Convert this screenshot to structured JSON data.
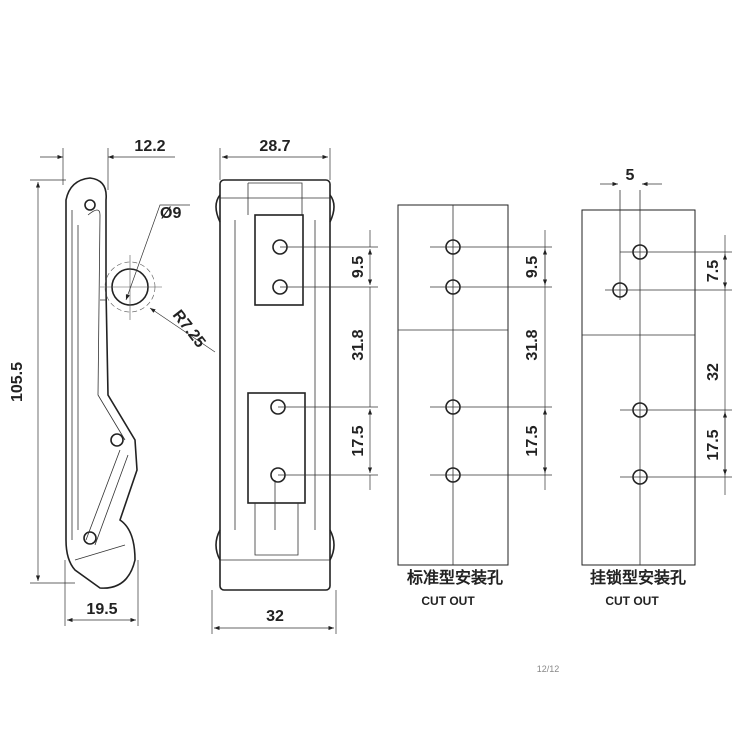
{
  "side_view": {
    "height_dim": "105.5",
    "top_dim": "12.2",
    "bottom_dim": "19.5",
    "diameter_dim": "Ø9",
    "radius_dim": "R7.25"
  },
  "front_view": {
    "top_dim": "28.7",
    "bottom_dim": "32",
    "dim_a": "9.5",
    "dim_b": "31.8",
    "dim_c": "17.5"
  },
  "cutout_standard": {
    "title": "标准型安装孔",
    "subtitle": "CUT OUT",
    "dim_a": "9.5",
    "dim_b": "31.8",
    "dim_c": "17.5"
  },
  "cutout_padlock": {
    "title": "挂锁型安装孔",
    "subtitle": "CUT OUT",
    "dim_top": "5",
    "dim_a": "7.5",
    "dim_b": "32",
    "dim_c": "17.5"
  },
  "page_indicator": "12/12"
}
